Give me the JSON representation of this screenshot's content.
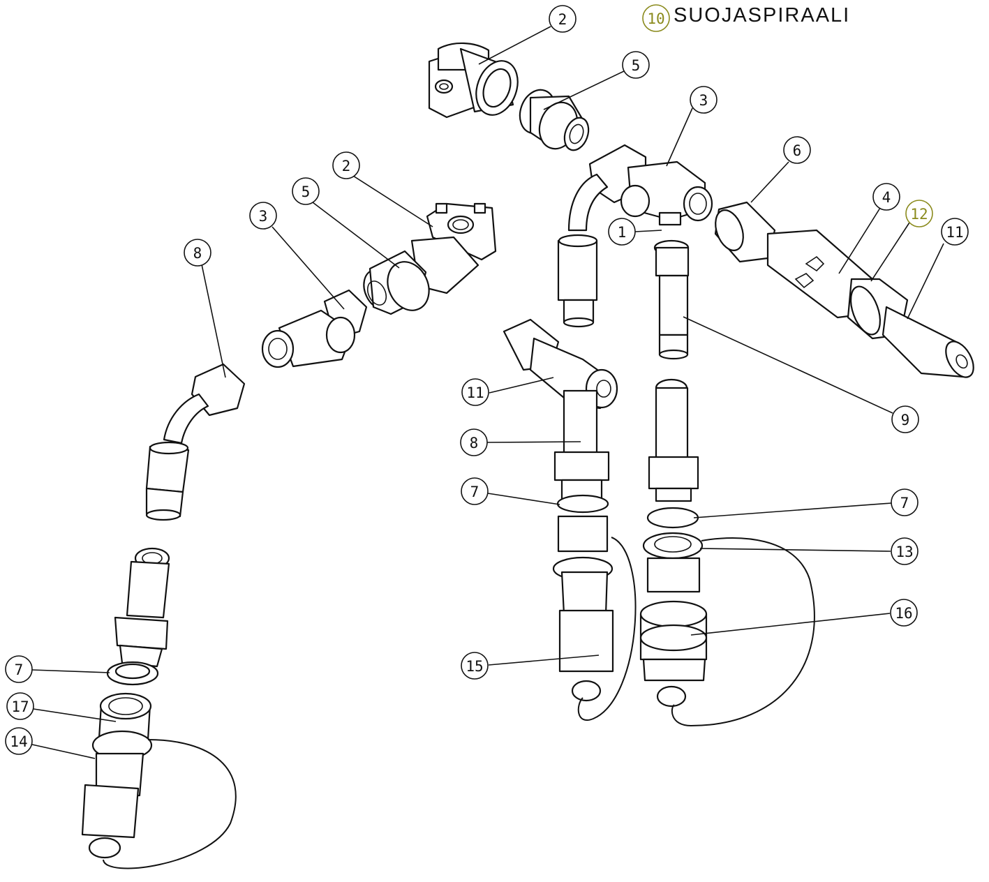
{
  "title": {
    "callout": "10",
    "text": "SUOJASPIRAALI",
    "accent_color": "#8a8a1c"
  },
  "callouts": [
    {
      "id": "c2-top",
      "label": "2"
    },
    {
      "id": "c5-top",
      "label": "5"
    },
    {
      "id": "c3-right",
      "label": "3"
    },
    {
      "id": "c6",
      "label": "6"
    },
    {
      "id": "c4",
      "label": "4"
    },
    {
      "id": "c12",
      "label": "12",
      "color": "#8a8a1c"
    },
    {
      "id": "c11-right",
      "label": "11"
    },
    {
      "id": "c1",
      "label": "1"
    },
    {
      "id": "c2-mid",
      "label": "2"
    },
    {
      "id": "c5-mid",
      "label": "5"
    },
    {
      "id": "c3-left",
      "label": "3"
    },
    {
      "id": "c8-left",
      "label": "8"
    },
    {
      "id": "c9",
      "label": "9"
    },
    {
      "id": "c11-mid",
      "label": "11"
    },
    {
      "id": "c8-mid",
      "label": "8"
    },
    {
      "id": "c7-mid",
      "label": "7"
    },
    {
      "id": "c7-right",
      "label": "7"
    },
    {
      "id": "c13",
      "label": "13"
    },
    {
      "id": "c16",
      "label": "16"
    },
    {
      "id": "c15",
      "label": "15"
    },
    {
      "id": "c7-left",
      "label": "7"
    },
    {
      "id": "c17",
      "label": "17"
    },
    {
      "id": "c14",
      "label": "14"
    }
  ]
}
